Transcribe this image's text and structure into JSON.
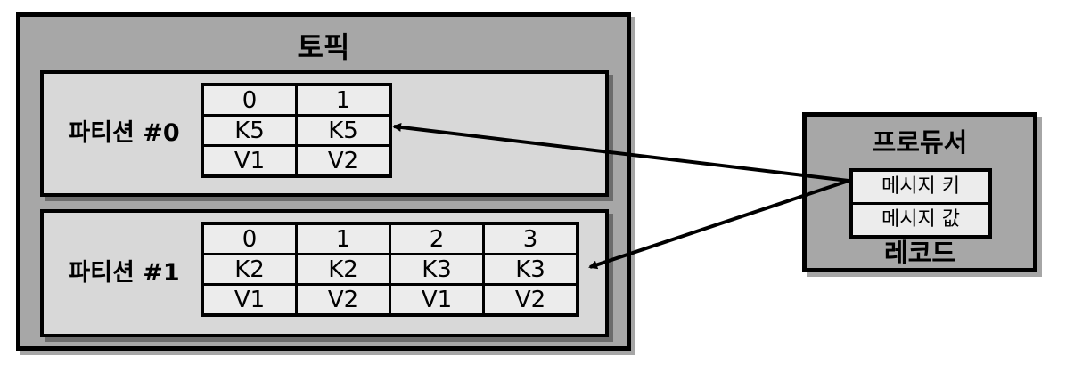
{
  "topic": {
    "title": "토픽",
    "partitions": [
      {
        "label": "파티션 #0",
        "offsets": [
          "0",
          "1"
        ],
        "keys": [
          "K5",
          "K5"
        ],
        "values": [
          "V1",
          "V2"
        ]
      },
      {
        "label": "파티션 #1",
        "offsets": [
          "0",
          "1",
          "2",
          "3"
        ],
        "keys": [
          "K2",
          "K2",
          "K3",
          "K3"
        ],
        "values": [
          "V1",
          "V2",
          "V1",
          "V2"
        ]
      }
    ]
  },
  "producer": {
    "title": "프로듀서",
    "record_fields": [
      "메시지 키",
      "메시지 값"
    ],
    "record_label": "레코드"
  },
  "colors": {
    "outer_box": "#a7a7a7",
    "partition_box": "#d8d8d8",
    "cell": "#ececec",
    "line": "#000000"
  }
}
